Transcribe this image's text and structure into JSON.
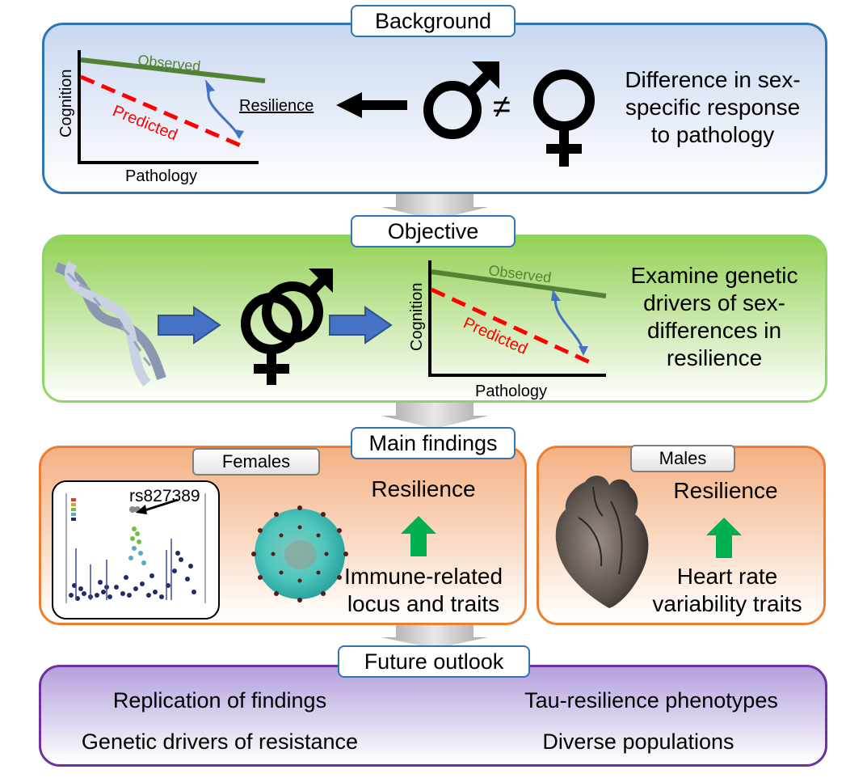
{
  "sections": {
    "background": "Background",
    "objective": "Objective",
    "main_findings": "Main findings",
    "future_outlook": "Future outlook"
  },
  "background": {
    "graph": {
      "ylabel": "Cognition",
      "xlabel": "Pathology",
      "observed": "Observed",
      "predicted": "Predicted"
    },
    "resilience": "Resilience",
    "not_equal": "≠",
    "text": [
      "Difference in sex-",
      "specific response",
      "to pathology"
    ]
  },
  "objective": {
    "graph": {
      "ylabel": "Cognition",
      "xlabel": "Pathology",
      "observed": "Observed",
      "predicted": "Predicted"
    },
    "text": [
      "Examine genetic",
      "drivers of sex-",
      "differences in",
      "resilience"
    ]
  },
  "females": {
    "label": "Females",
    "snp": "rs827389",
    "resilience": "Resilience",
    "text": [
      "Immune-related",
      "locus and traits"
    ]
  },
  "males": {
    "label": "Males",
    "resilience": "Resilience",
    "text": [
      "Heart rate",
      "variability traits"
    ]
  },
  "future": {
    "items": [
      "Replication of findings",
      "Tau-resilience phenotypes",
      "Genetic drivers of resistance",
      "Diverse populations"
    ]
  },
  "colors": {
    "blue_border": "#2e75b6",
    "green_border": "#8fd468",
    "orange_border": "#ed7d31",
    "purple_border": "#7030a0",
    "observed_line": "#548235",
    "predicted_line": "#ff0000",
    "arrow_blue": "#4472c4",
    "up_arrow": "#00b050"
  },
  "icons": [
    "male-symbol-icon",
    "female-symbol-icon",
    "intertwined-sex-symbols-icon",
    "dna-helix-icon",
    "manhattan-plot-icon",
    "immune-cell-icon",
    "heart-icon",
    "up-arrow-icon",
    "right-arrow-icon"
  ]
}
